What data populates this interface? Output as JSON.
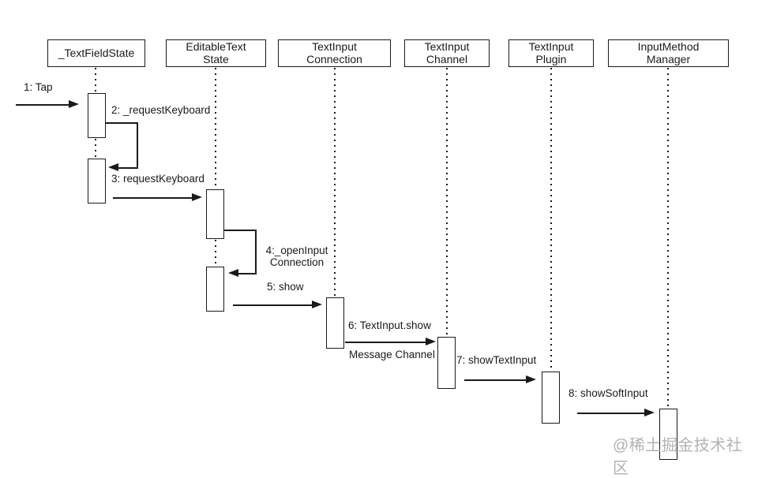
{
  "page": {
    "background": "#ffffff",
    "line_color": "#1a1a1a",
    "watermark_color": "#b3b3b3"
  },
  "diagram": {
    "type": "uml-sequence",
    "actors": [
      {
        "label": "_TextFieldState"
      },
      {
        "label": "EditableText\nState"
      },
      {
        "label": "TextInput\nConnection"
      },
      {
        "label": "TextInput\nChannel"
      },
      {
        "label": "TextInput\nPlugin"
      },
      {
        "label": "InputMethod\nManager"
      }
    ],
    "messages": [
      {
        "seq": 1,
        "label": "1: Tap",
        "from": "external",
        "to": "_TextFieldState",
        "kind": "call"
      },
      {
        "seq": 2,
        "label": "2: _requestKeyboard",
        "from": "_TextFieldState",
        "to": "_TextFieldState",
        "kind": "self"
      },
      {
        "seq": 3,
        "label": "3: requestKeyboard",
        "from": "_TextFieldState",
        "to": "EditableText State",
        "kind": "call"
      },
      {
        "seq": 4,
        "label": "4:_openInput\nConnection",
        "from": "EditableText State",
        "to": "EditableText State",
        "kind": "self"
      },
      {
        "seq": 5,
        "label": "5: show",
        "from": "EditableText State",
        "to": "TextInput Connection",
        "kind": "call"
      },
      {
        "seq": 6,
        "label": "6: TextInput.show",
        "sublabel": "Message Channel",
        "from": "TextInput Connection",
        "to": "TextInput Channel",
        "kind": "call"
      },
      {
        "seq": 7,
        "label": "7: showTextInput",
        "from": "TextInput Channel",
        "to": "TextInput Plugin",
        "kind": "call"
      },
      {
        "seq": 8,
        "label": "8: showSoftInput",
        "from": "TextInput Plugin",
        "to": "InputMethod Manager",
        "kind": "call"
      }
    ],
    "watermark": "@稀土掘金技术社区"
  }
}
